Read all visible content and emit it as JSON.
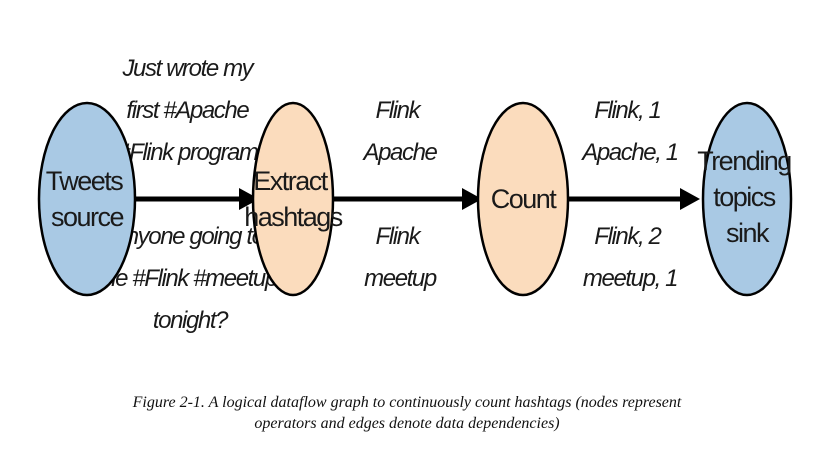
{
  "colors": {
    "source_sink_fill": "#a9c9e4",
    "operator_fill": "#fbdcbd",
    "node_stroke": "#000000",
    "edge": "#000000"
  },
  "nodes": [
    {
      "id": "tweets-source",
      "lines": [
        "Tweets",
        "source"
      ]
    },
    {
      "id": "extract-hashtags",
      "lines": [
        "Extract",
        "hashtags"
      ]
    },
    {
      "id": "count",
      "lines": [
        "Count"
      ]
    },
    {
      "id": "trending-topics-sink",
      "lines": [
        "Trending",
        "topics",
        "sink"
      ]
    }
  ],
  "edges": [
    {
      "id": "source-to-extract",
      "upper": [
        "Just wrote my",
        "first #Apache",
        "#Flink program!"
      ],
      "lower": [
        "Anyone going to",
        "the #Flink #meetup",
        "tonight?"
      ]
    },
    {
      "id": "extract-to-count",
      "upper": [
        "Flink",
        "Apache"
      ],
      "lower": [
        "Flink",
        "meetup"
      ]
    },
    {
      "id": "count-to-sink",
      "upper": [
        "Flink, 1",
        "Apache, 1"
      ],
      "lower": [
        "Flink, 2",
        "meetup, 1"
      ]
    }
  ],
  "caption": {
    "line1": "Figure 2-1. A logical dataflow graph to continuously count hashtags (nodes represent",
    "line2": "operators and edges denote data dependencies)"
  }
}
